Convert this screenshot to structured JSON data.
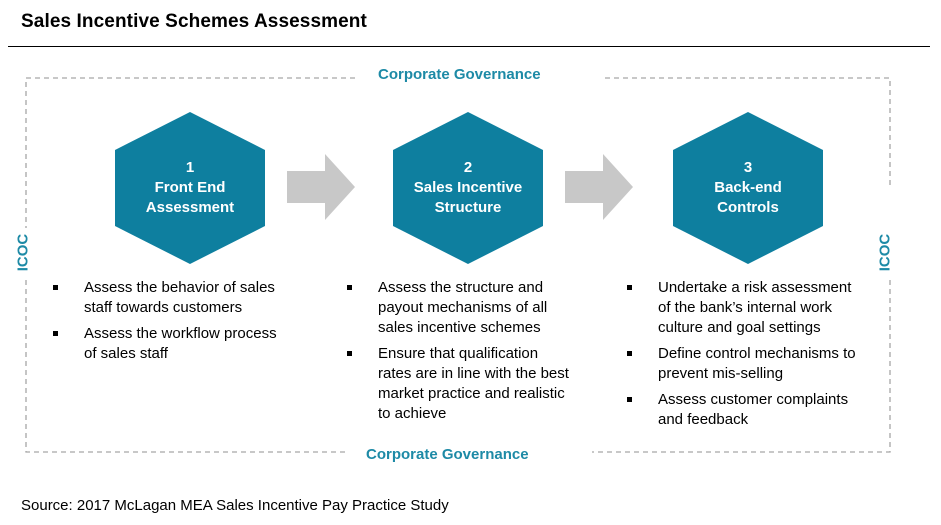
{
  "title": "Sales Incentive Schemes Assessment",
  "governance_label_top": "Corporate Governance",
  "governance_label_bottom": "Corporate Governance",
  "icoc_left": "ICOC",
  "icoc_right": "ICOC",
  "colors": {
    "hexagon_fill": "#0e7f9f",
    "accent_text": "#1d8aa6",
    "arrow_fill": "#c8c8c8",
    "dashed_border": "#a6a6a6"
  },
  "steps": [
    {
      "number": "1",
      "title_line1": "Front End",
      "title_line2": "Assessment",
      "bullets": [
        {
          "line1": "Assess the behavior of sales",
          "line2": "staff towards customers"
        },
        {
          "line1": "Assess the workflow process",
          "line2": "of sales staff"
        }
      ]
    },
    {
      "number": "2",
      "title_line1": "Sales Incentive",
      "title_line2": "Structure",
      "bullets": [
        {
          "line1": "Assess the structure and",
          "line2": "payout mechanisms of all",
          "line3": "sales incentive schemes"
        },
        {
          "line1": "Ensure that qualification",
          "line2": "rates are in line with the best",
          "line3": "market practice and realistic",
          "line4": "to achieve"
        }
      ]
    },
    {
      "number": "3",
      "title_line1": "Back-end",
      "title_line2": "Controls",
      "bullets": [
        {
          "line1": "Undertake a risk assessment",
          "line2": "of the bank’s internal work",
          "line3": "culture and goal settings"
        },
        {
          "line1": "Define control mechanisms to",
          "line2": "prevent mis-selling"
        },
        {
          "line1": "Assess customer complaints",
          "line2": "and feedback"
        }
      ]
    }
  ],
  "source": "Source: 2017 McLagan MEA Sales Incentive Pay Practice Study"
}
